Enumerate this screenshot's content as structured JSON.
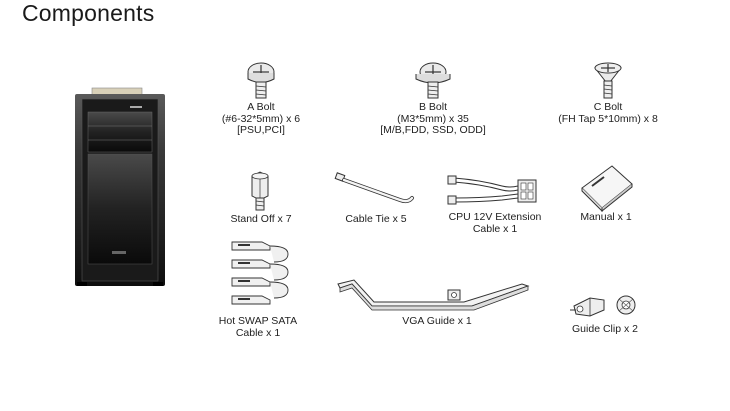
{
  "page": {
    "title": "Components"
  },
  "items": {
    "a_bolt": {
      "lines": [
        "A Bolt",
        "(#6-32*5mm) x 6",
        "[PSU,PCI]"
      ]
    },
    "b_bolt": {
      "lines": [
        "B Bolt",
        "(M3*5mm) x 35",
        "[M/B,FDD, SSD, ODD]"
      ]
    },
    "c_bolt": {
      "lines": [
        "C Bolt",
        "(FH Tap 5*10mm) x 8"
      ]
    },
    "stand_off": {
      "lines": [
        "Stand Off x 7"
      ]
    },
    "cable_tie": {
      "lines": [
        "Cable Tie x 5"
      ]
    },
    "cpu_ext": {
      "lines": [
        "CPU 12V Extension",
        "Cable x 1"
      ]
    },
    "manual": {
      "lines": [
        "Manual x 1"
      ]
    },
    "sata_cable": {
      "lines": [
        "Hot SWAP SATA",
        "Cable x 1"
      ]
    },
    "vga_guide": {
      "lines": [
        "VGA Guide x 1"
      ]
    },
    "guide_clip": {
      "lines": [
        "Guide Clip x 2"
      ]
    }
  }
}
